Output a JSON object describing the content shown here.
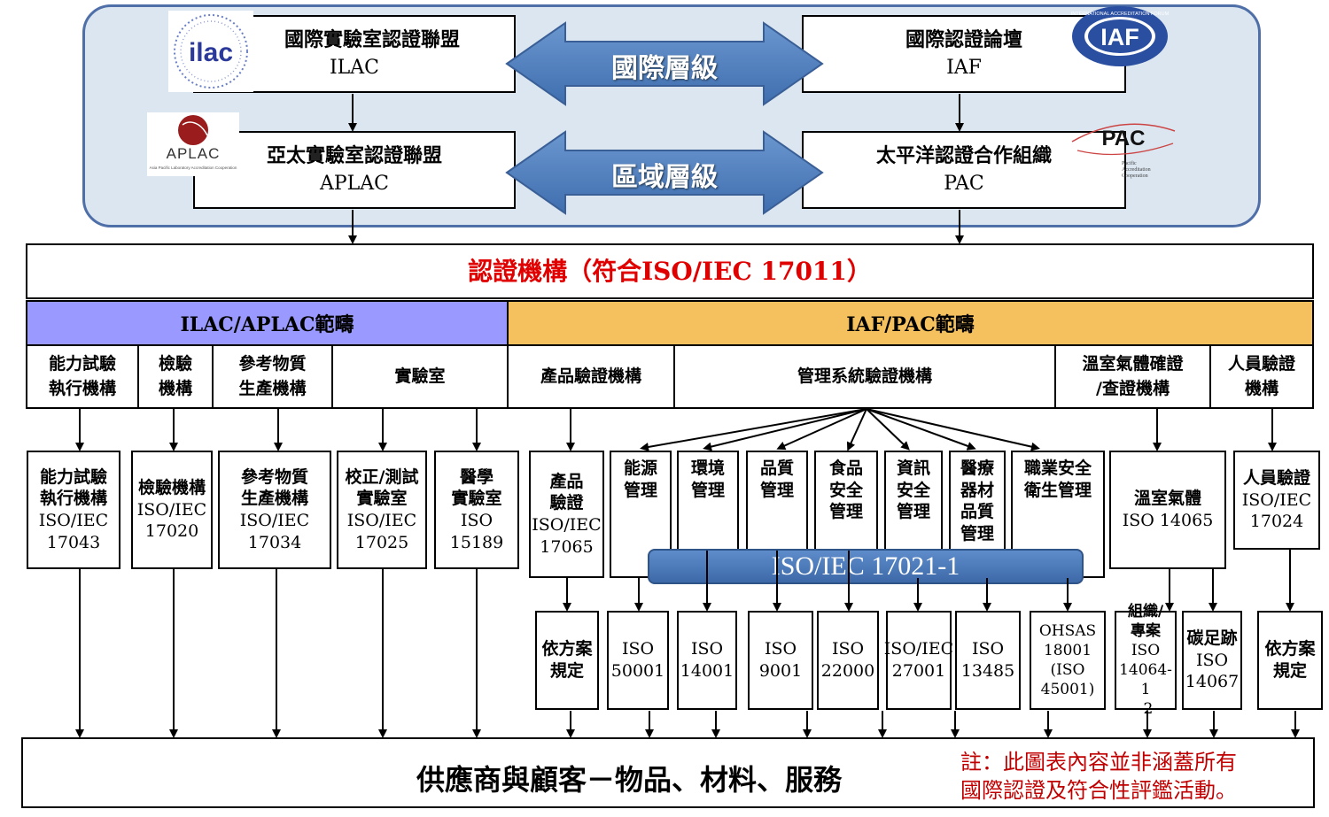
{
  "international": {
    "ilac": {
      "zh": "國際實驗室認證聯盟",
      "en": "ILAC"
    },
    "iaf": {
      "zh": "國際認證論壇",
      "en": "IAF"
    },
    "level_label": "國際層級"
  },
  "regional": {
    "aplac": {
      "zh": "亞太實驗室認證聯盟",
      "en": "APLAC"
    },
    "pac": {
      "zh": "太平洋認證合作組織",
      "en": "PAC"
    },
    "level_label": "區域層級"
  },
  "logos": {
    "ilac": "ilac",
    "iaf": "IAF",
    "iaf_ring": "INTERNATIONAL ACCREDITATION FORUM",
    "aplac": "APLAC",
    "aplac_sub": "Asia Pacific Laboratory Accreditation Cooperation",
    "pac": "PAC",
    "pac_sub": [
      "Pacific",
      "Accreditation",
      "Cooperation"
    ]
  },
  "accreditation_body": "認證機構（符合ISO/IEC 17011）",
  "scopes": {
    "ilac_aplac": "ILAC/APLAC範疇",
    "iaf_pac": "IAF/PAC範疇"
  },
  "categories": [
    {
      "line1": "能力試驗",
      "line2": "執行機構"
    },
    {
      "line1": "檢驗",
      "line2": "機構"
    },
    {
      "line1": "參考物質",
      "line2": "生產機構"
    },
    {
      "line1": "實驗室",
      "line2": ""
    },
    {
      "line1": "產品驗證機構",
      "line2": ""
    },
    {
      "line1": "管理系統驗證機構",
      "line2": ""
    },
    {
      "line1": "溫室氣體確證",
      "line2": "/查證機構"
    },
    {
      "line1": "人員驗證",
      "line2": "機構"
    }
  ],
  "standards": [
    {
      "lines": [
        "能力試驗",
        "執行機構"
      ],
      "std": [
        "ISO/IEC",
        "17043"
      ]
    },
    {
      "lines": [
        "檢驗機構"
      ],
      "std": [
        "ISO/IEC",
        "17020"
      ]
    },
    {
      "lines": [
        "參考物質",
        "生產機構"
      ],
      "std": [
        "ISO/IEC",
        "17034"
      ]
    },
    {
      "lines": [
        "校正/測試",
        "實驗室"
      ],
      "std": [
        "ISO/IEC",
        "17025"
      ]
    },
    {
      "lines": [
        "醫學",
        "實驗室"
      ],
      "std": [
        "ISO",
        "15189"
      ]
    },
    {
      "lines": [
        "產品",
        "驗證"
      ],
      "std": [
        "ISO/IEC",
        "17065"
      ]
    },
    {
      "lines": [
        "能源",
        "管理"
      ],
      "std": []
    },
    {
      "lines": [
        "環境",
        "管理"
      ],
      "std": []
    },
    {
      "lines": [
        "品質",
        "管理"
      ],
      "std": []
    },
    {
      "lines": [
        "食品",
        "安全",
        "管理"
      ],
      "std": []
    },
    {
      "lines": [
        "資訊",
        "安全",
        "管理"
      ],
      "std": []
    },
    {
      "lines": [
        "醫療",
        "器材",
        "品質",
        "管理"
      ],
      "std": []
    },
    {
      "lines": [
        "職業安全",
        "衛生管理"
      ],
      "std": []
    },
    {
      "lines": [
        "溫室氣體"
      ],
      "std": [
        "ISO 14065"
      ]
    },
    {
      "lines": [
        "人員驗證"
      ],
      "std": [
        "ISO/IEC",
        "17024"
      ]
    }
  ],
  "iso17021_label": "ISO/IEC 17021-1",
  "bottom_standards": [
    {
      "lines": [
        "依方案",
        "規定"
      ]
    },
    {
      "lines": [
        "ISO",
        "50001"
      ]
    },
    {
      "lines": [
        "ISO",
        "14001"
      ]
    },
    {
      "lines": [
        "ISO",
        "9001"
      ]
    },
    {
      "lines": [
        "ISO",
        "22000"
      ]
    },
    {
      "lines": [
        "ISO/IEC",
        "27001"
      ]
    },
    {
      "lines": [
        "ISO",
        "13485"
      ]
    },
    {
      "lines": [
        "OHSAS",
        "18001",
        "(ISO",
        "45001)"
      ]
    },
    {
      "lines": [
        "組織/",
        "專案",
        "ISO",
        "14064-1",
        "-2"
      ]
    },
    {
      "lines": [
        "碳足跡",
        "ISO",
        "14067"
      ]
    },
    {
      "lines": [
        "依方案",
        "規定"
      ]
    }
  ],
  "footer": {
    "main": "供應商與顧客－物品、材料、服務",
    "note_line1": "註：此圖表內容並非涵蓋所有",
    "note_line2": "國際認證及符合性評鑑活動。"
  },
  "colors": {
    "panel_fill": "#dbe6f0",
    "panel_border": "#4f6fa8",
    "arrow_fill": "#4a7ab8",
    "ilac_scope": "#9999ff",
    "iaf_scope": "#f5c15e",
    "accreditation_text": "#e00000",
    "note_text": "#c00000"
  }
}
